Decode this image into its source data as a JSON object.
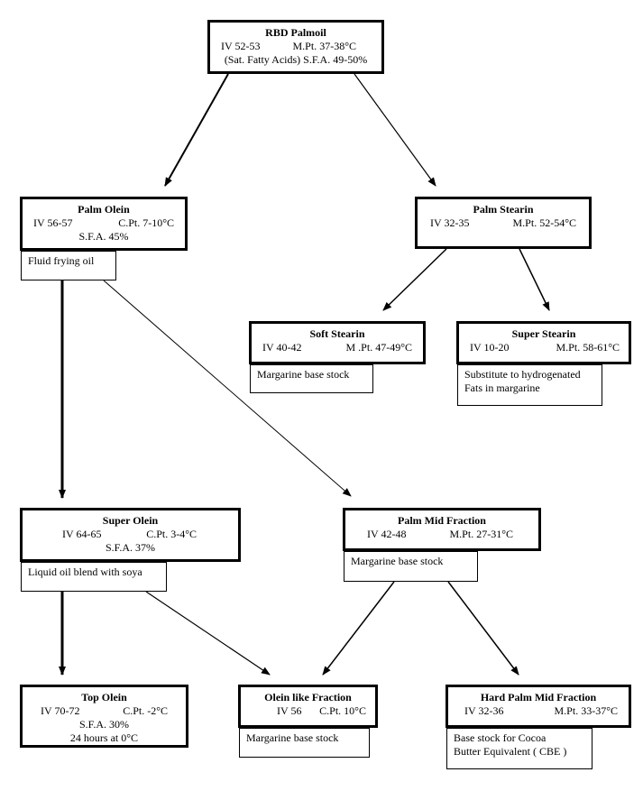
{
  "nodes": {
    "rbd": {
      "title": "RBD Palmoil",
      "iv": "IV 52-53",
      "mpt": "M.Pt. 37-38°C",
      "sfa": "(Sat. Fatty Acids) S.F.A. 49-50%"
    },
    "palm_olein": {
      "title": "Palm Olein",
      "iv": "IV 56-57",
      "cpt": "C.Pt. 7-10°C",
      "sfa": "S.F.A. 45%",
      "note": "Fluid frying oil"
    },
    "palm_stearin": {
      "title": "Palm Stearin",
      "iv": "IV 32-35",
      "mpt": "M.Pt. 52-54°C"
    },
    "soft_stearin": {
      "title": "Soft Stearin",
      "iv": "IV 40-42",
      "mpt": "M .Pt. 47-49°C",
      "note": "Margarine base stock"
    },
    "super_stearin": {
      "title": "Super Stearin",
      "iv": "IV 10-20",
      "mpt": "M.Pt. 58-61°C",
      "note_1": "Substitute to hydrogenated",
      "note_2": "Fats in margarine"
    },
    "super_olein": {
      "title": "Super Olein",
      "iv": "IV 64-65",
      "cpt": "C.Pt. 3-4°C",
      "sfa": "S.F.A. 37%",
      "note": "Liquid oil blend with soya"
    },
    "palm_mid": {
      "title": "Palm Mid Fraction",
      "iv": "IV 42-48",
      "mpt": "M.Pt. 27-31°C",
      "note": "Margarine base stock"
    },
    "top_olein": {
      "title": "Top Olein",
      "iv": "IV 70-72",
      "cpt": "C.Pt. -2°C",
      "sfa": "S.F.A. 30%",
      "extra": "24 hours at 0°C"
    },
    "olein_like": {
      "title": "Olein like Fraction",
      "iv": "IV 56",
      "cpt": "C.Pt. 10°C",
      "note": "Margarine base stock"
    },
    "hard_pmf": {
      "title": "Hard Palm Mid Fraction",
      "iv": "IV 32-36",
      "mpt": "M.Pt. 33-37°C",
      "note_1": "Base stock for Cocoa",
      "note_2": "Butter Equivalent ( CBE )"
    }
  }
}
